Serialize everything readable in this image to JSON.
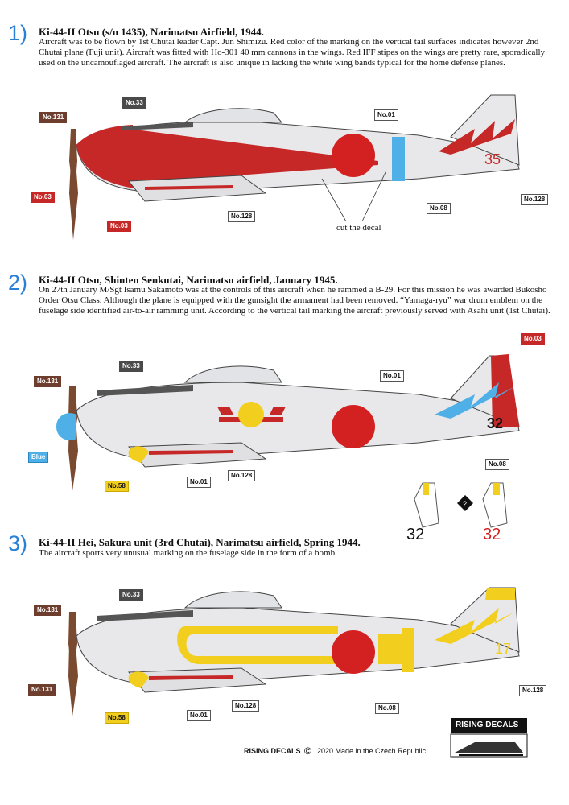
{
  "profiles": [
    {
      "number": "1)",
      "title": "Ki-44-II Otsu (s/n 1435), Narimatsu Airfield, 1944.",
      "text": "Aircraft was to be flown by 1st Chutai leader Capt. Jun Shimizu. Red color of the marking on the vertical tail surfaces indicates however  2nd Chutai plane (Fuji unit). Aircraft was fitted with Ho-301 40 mm cannons in the wings. Red IFF stipes on the wings are pretty rare, sporadically used on the uncamouflaged aircraft. The aircraft is also unique in lacking the white wing bands typical for the home defense planes.",
      "tail_number": "35",
      "labels": {
        "l131": "No.131",
        "l33": "No.33",
        "l03a": "No.03",
        "l03b": "No.03",
        "l128a": "No.128",
        "l01": "No.01",
        "l08": "No.08",
        "l128b": "No.128"
      },
      "note": "cut the decal"
    },
    {
      "number": "2)",
      "title": "Ki-44-II Otsu, Shinten Senkutai, Narimatsu airfield, January 1945.",
      "text": "On 27th January M/Sgt Isamu Sakamoto was at the controls of this aircraft when he rammed a B-29. For this mission he was awarded Bukosho Order Otsu Class. Although the plane is equipped with the gunsight the armament had been removed. “Yamaga-ryu” war drum emblem on the fuselage side identified air-to-air ramming unit. According to the vertical tail marking the aircraft previously served with Asahi unit (1st Chutai).",
      "tail_number": "32",
      "labels": {
        "l131": "No.131",
        "l33": "No.33",
        "lblue": "Blue",
        "l58": "No.58",
        "l01b": "No.01",
        "l128": "No.128",
        "l01": "No.01",
        "l03": "No.03",
        "l08": "No.08"
      },
      "variant_numbers": [
        "32",
        "32"
      ]
    },
    {
      "number": "3)",
      "title": "Ki-44-II Hei, Sakura unit (3rd Chutai), Narimatsu airfield, Spring 1944.",
      "text": "The aircraft sports very unusual marking on the fuselage side in the form of a bomb.",
      "tail_number": "17",
      "labels": {
        "l131a": "No.131",
        "l33": "No.33",
        "l131b": "No.131",
        "l58": "No.58",
        "l01": "No.01",
        "l128a": "No.128",
        "l08": "No.08",
        "l128b": "No.128"
      }
    }
  ],
  "footer": {
    "brand": "RISING DECALS",
    "copyright": "©",
    "year_text": "2020  Made in the Czech Republic",
    "logo_text": "RISING DECALS"
  },
  "colors": {
    "accent": "#2a7fd6",
    "hinomaru": "#d32020",
    "yellow": "#f2cf1e",
    "blue": "#4fb0e8"
  }
}
